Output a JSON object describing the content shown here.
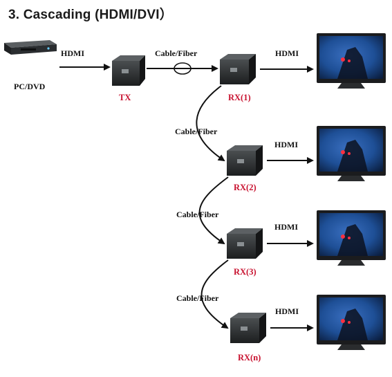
{
  "title": "3. Cascading (HDMI/DVI）",
  "source": {
    "label": "PC/DVD",
    "link_label": "HDMI",
    "icon": "dvd-player-icon"
  },
  "tx": {
    "label": "TX",
    "link_label": "Cable/Fiber",
    "icon": "extender-box-icon"
  },
  "receivers": [
    {
      "label": "RX(1)",
      "output_label": "HDMI",
      "cascade_label": "Cable/Fiber"
    },
    {
      "label": "RX(2)",
      "output_label": "HDMI",
      "cascade_label": "Cable/Fiber"
    },
    {
      "label": "RX(3)",
      "output_label": "HDMI",
      "cascade_label": "Cable/Fiber"
    },
    {
      "label": "RX(n)",
      "output_label": "HDMI"
    }
  ],
  "colors": {
    "label_red": "#c8102e",
    "device_dark": "#2a2d2e",
    "screen_blue": "#1e4f96",
    "arrow": "#111111"
  }
}
